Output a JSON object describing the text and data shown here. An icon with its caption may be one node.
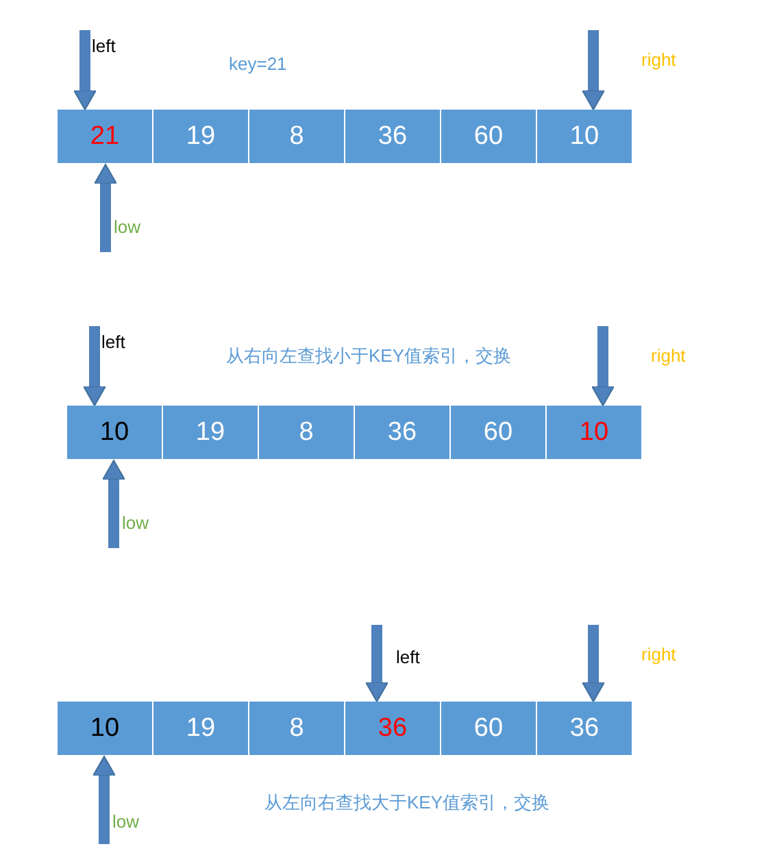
{
  "diagram": {
    "nodes": [
      {
        "text": [
          "21"
        ]
      },
      {
        "text": [
          "19"
        ]
      },
      {
        "text": [
          "8"
        ]
      },
      {
        "text": [
          "36"
        ]
      },
      {
        "text": [
          "60"
        ]
      },
      {
        "text": [
          "10"
        ]
      },
      {
        "text": [
          "10"
        ]
      },
      {
        "text": [
          "19"
        ]
      },
      {
        "text": [
          "8"
        ]
      },
      {
        "text": [
          "36"
        ]
      },
      {
        "text": [
          "60"
        ]
      },
      {
        "text": [
          "10"
        ]
      },
      {
        "text": [
          "10"
        ]
      },
      {
        "text": [
          "19"
        ]
      },
      {
        "text": [
          "8"
        ]
      },
      {
        "text": [
          "36"
        ]
      },
      {
        "text": [
          "60"
        ]
      },
      {
        "text": [
          "36"
        ]
      }
    ],
    "edges": [
      {
        "from": null,
        "to": 0,
        "arrow": "to",
        "label": "left"
      },
      {
        "from": null,
        "to": 5,
        "arrow": "to",
        "label": "right"
      },
      {
        "from": null,
        "to": 0,
        "arrow": "to",
        "label": "low"
      },
      {
        "from": null,
        "to": 6,
        "arrow": "to",
        "label": "left"
      },
      {
        "from": null,
        "to": 11,
        "arrow": "to",
        "label": "right"
      },
      {
        "from": null,
        "to": 6,
        "arrow": "to",
        "label": "low"
      },
      {
        "from": null,
        "to": 15,
        "arrow": "to",
        "label": "left"
      },
      {
        "from": null,
        "to": 17,
        "arrow": "to",
        "label": "right"
      },
      {
        "from": null,
        "to": 12,
        "arrow": "to",
        "label": "low"
      }
    ],
    "labels": [
      "key=21",
      "从右向左查找小于KEY值索引，交换",
      "从左向右查找大于KEY值索引，交换"
    ]
  }
}
